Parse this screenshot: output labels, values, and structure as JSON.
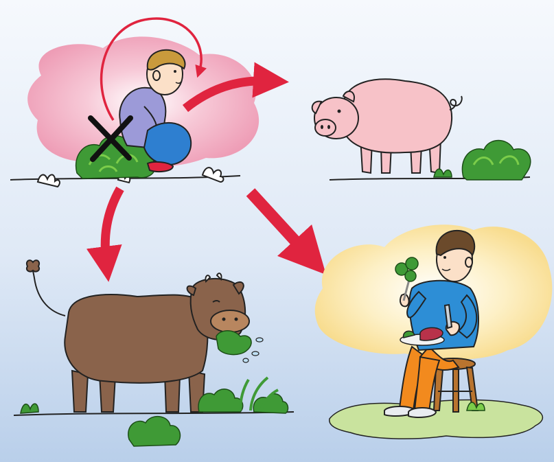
{
  "illustration": {
    "scenes": [
      "child-toilet",
      "pig",
      "cow",
      "man-eating"
    ],
    "arrows": [
      "loop-back",
      "to-pig",
      "to-cow",
      "to-man"
    ]
  },
  "colors": {
    "arrow": "#e0243f",
    "child_halo": "#f2a6bd",
    "man_halo": "#fbe5a6",
    "pig": "#f7c2c8",
    "cow": "#8a634b",
    "grass": "#3f9a36",
    "grass_light": "#7ccd4a",
    "ground_patch": "#c9e39e"
  }
}
